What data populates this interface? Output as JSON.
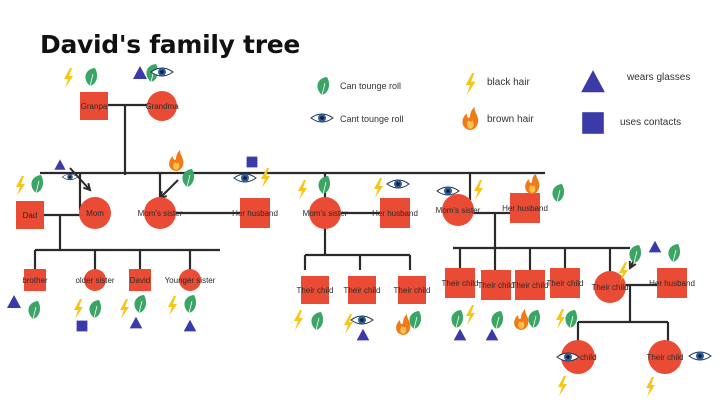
{
  "title": "David's family tree",
  "colors": {
    "person": "#e94b35",
    "line": "#2a2a2a",
    "leaf": "#3aa564",
    "eye": "#2f5f9e",
    "blue": "#3a3aa8",
    "bolt": "#f5c518",
    "flame": "#f07a1a"
  },
  "legend": {
    "tongue_roll": "Can tounge roll",
    "cant_tongue_roll": "Cant tounge roll",
    "black_hair": "black hair",
    "brown_hair": "brown hair",
    "glasses": "wears glasses",
    "contacts": "uses contacts"
  },
  "people": {
    "grandpa": "Granpa",
    "grandma": "Grandma",
    "dad": "Dad",
    "mom": "Mom",
    "moms_sister_1": "Mom's sister",
    "her_husband_1": "Her husband",
    "moms_sister_2": "Mom's sister",
    "her_husband_2": "Her husband",
    "moms_sister_3": "Mom's sister",
    "her_husband_3": "Her husband",
    "brother": "brother",
    "older_sister": "older sister",
    "david": "David",
    "younger_sister": "Younger sister",
    "c2a": "Their child",
    "c2b": "Their child",
    "c2c": "Their child",
    "c3a": "Their child",
    "c3b": "Their child",
    "c3c": "Their child",
    "c3d": "Their child",
    "c3e": "Their child",
    "husband4": "Her husband",
    "g1": "Their child",
    "g2": "Their child"
  }
}
